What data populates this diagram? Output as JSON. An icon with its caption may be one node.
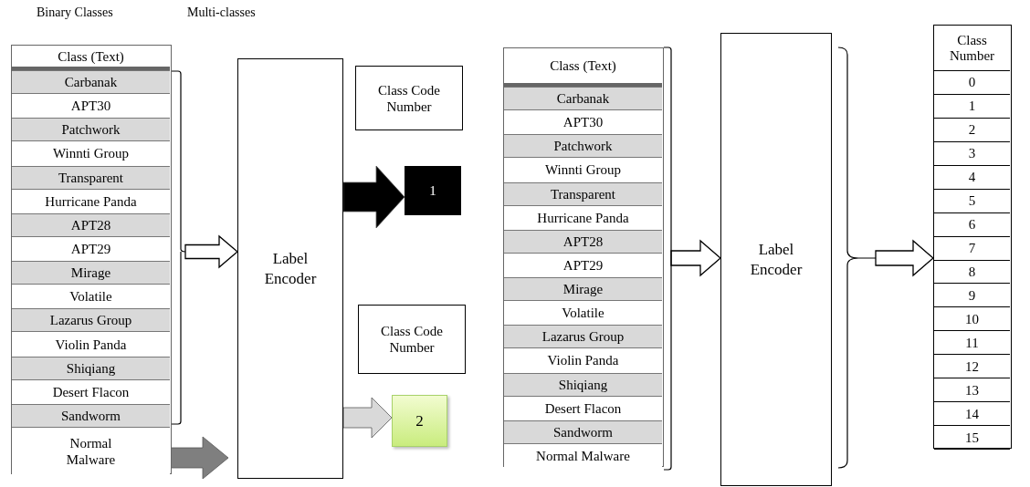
{
  "diagram": {
    "nodes": [
      {
        "text": [],
        "shape": "box"
      },
      {
        "text": [
          "Class (Text)"
        ],
        "in": 0
      },
      {
        "text": [
          "Carbanak"
        ],
        "in": 0
      },
      {
        "text": [
          "APT30"
        ],
        "in": 0
      },
      {
        "text": [
          "Patchwork"
        ],
        "in": 0
      },
      {
        "text": [
          "Winnti Group"
        ],
        "in": 0
      },
      {
        "text": [
          "Transparent"
        ],
        "in": 0
      },
      {
        "text": [
          "Hurricane Panda"
        ],
        "in": 0
      },
      {
        "text": [
          "APT28"
        ],
        "in": 0
      },
      {
        "text": [
          "APT29"
        ],
        "in": 0
      },
      {
        "text": [
          "Mirage"
        ],
        "in": 0
      },
      {
        "text": [
          "Volatile"
        ],
        "in": 0
      },
      {
        "text": [
          "Lazarus Group"
        ],
        "in": 0
      },
      {
        "text": [
          "Violin Panda"
        ],
        "in": 0
      },
      {
        "text": [
          "Shiqiang"
        ],
        "in": 0
      },
      {
        "text": [
          "Desert Flacon"
        ],
        "in": 0
      },
      {
        "text": [
          "Sandworm"
        ],
        "in": 0
      },
      {
        "text": [
          "Normal Malware"
        ],
        "in": 0
      },
      {
        "text": [
          "Label Encoder"
        ]
      },
      {
        "text": [
          "Class Code Number"
        ]
      },
      {
        "text": [
          "1"
        ]
      },
      {
        "text": [
          "Class Code Number"
        ]
      },
      {
        "text": [
          "2"
        ]
      },
      {
        "text": [],
        "shape": "box"
      },
      {
        "text": [
          "Class (Text)"
        ],
        "in": 23
      },
      {
        "text": [
          "Carbanak"
        ],
        "in": 23
      },
      {
        "text": [
          "APT30"
        ],
        "in": 23
      },
      {
        "text": [
          "Patchwork"
        ],
        "in": 23
      },
      {
        "text": [
          "Winnti Group"
        ],
        "in": 23
      },
      {
        "text": [
          "Transparent"
        ],
        "in": 23
      },
      {
        "text": [
          "Hurricane Panda"
        ],
        "in": 23
      },
      {
        "text": [
          "APT28"
        ],
        "in": 23
      },
      {
        "text": [
          "APT29"
        ],
        "in": 23
      },
      {
        "text": [
          "Mirage"
        ],
        "in": 23
      },
      {
        "text": [
          "Volatile"
        ],
        "in": 23
      },
      {
        "text": [
          "Lazarus Group"
        ],
        "in": 23
      },
      {
        "text": [
          "Violin Panda"
        ],
        "in": 23
      },
      {
        "text": [
          "Shiqiang"
        ],
        "in": 23
      },
      {
        "text": [
          "Desert Flacon"
        ],
        "in": 23
      },
      {
        "text": [
          "Sandworm"
        ],
        "in": 23
      },
      {
        "text": [
          "Normal Malware"
        ],
        "in": 23
      },
      {
        "text": [
          "Label Encoder"
        ]
      },
      {
        "text": [],
        "shape": "box"
      },
      {
        "text": [
          "Class Number"
        ],
        "in": 42
      },
      {
        "text": [
          "0"
        ],
        "in": 42
      },
      {
        "text": [
          "1"
        ],
        "in": 42
      },
      {
        "text": [
          "2"
        ],
        "in": 42
      },
      {
        "text": [
          "3"
        ],
        "in": 42
      },
      {
        "text": [
          "4"
        ],
        "in": 42
      },
      {
        "text": [
          "5"
        ],
        "in": 42
      },
      {
        "text": [
          "6"
        ],
        "in": 42
      },
      {
        "text": [
          "7"
        ],
        "in": 42
      },
      {
        "text": [
          "8"
        ],
        "in": 42
      },
      {
        "text": [
          "9"
        ],
        "in": 42
      },
      {
        "text": [
          "10"
        ],
        "in": 42
      },
      {
        "text": [
          "11"
        ],
        "in": 42
      },
      {
        "text": [
          "12"
        ],
        "in": 42
      },
      {
        "text": [
          "13"
        ],
        "in": 42
      },
      {
        "text": [
          "14"
        ],
        "in": 42
      },
      {
        "text": [
          "15"
        ],
        "in": 42
      }
    ],
    "edges": [
      {
        "from": null,
        "to": 18,
        "arrow": "to"
      },
      {
        "from": 17,
        "to": 18,
        "arrow": "to",
        "style": "thick",
        "color": "#7f7f7f"
      },
      {
        "from": 18,
        "to": 20,
        "arrow": "to",
        "style": "thick",
        "color": "#000000"
      },
      {
        "from": 18,
        "to": 22,
        "arrow": "to",
        "style": "thick",
        "color": "#d9d9d9"
      },
      {
        "from": 23,
        "to": 41,
        "arrow": "to"
      },
      {
        "from": 41,
        "to": 42,
        "arrow": "to"
      }
    ],
    "labels": [
      "Binary Classes",
      "Multi-classes"
    ]
  }
}
